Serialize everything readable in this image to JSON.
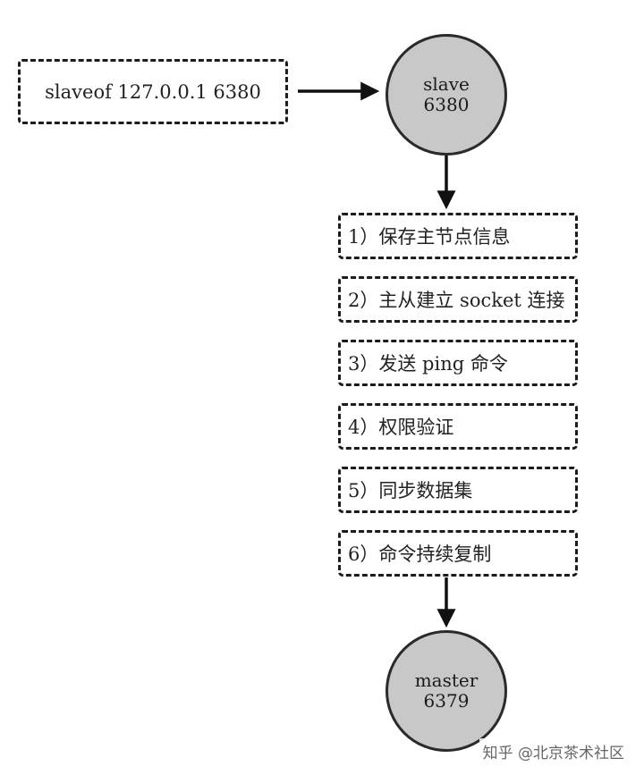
{
  "command": {
    "text": "slaveof 127.0.0.1 6380"
  },
  "slave": {
    "name": "slave",
    "port": "6380"
  },
  "master": {
    "name": "master",
    "port": "6379"
  },
  "steps": [
    "1）保存主节点信息",
    "2）主从建立 socket 连接",
    "3）发送 ping 命令",
    "4）权限验证",
    "5）同步数据集",
    "6）命令持续复制"
  ],
  "watermark": "知乎 @北京茶术社区"
}
